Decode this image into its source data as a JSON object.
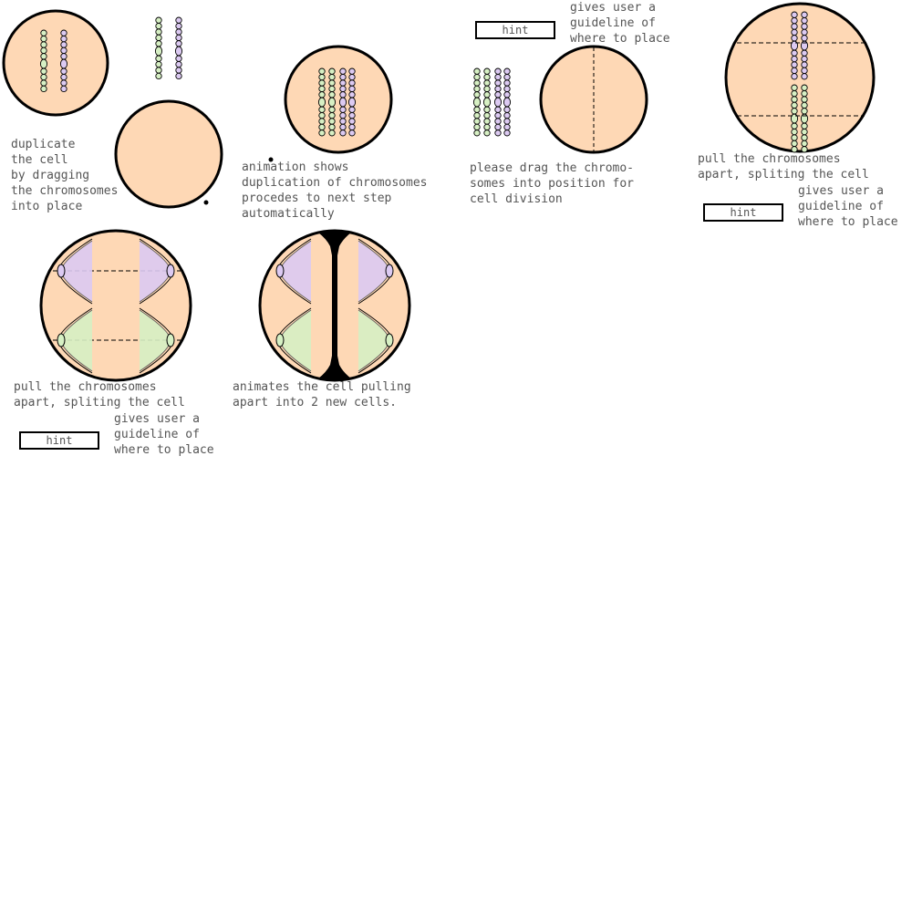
{
  "colors": {
    "cell_fill": "#fed8b5",
    "outline": "#000000",
    "chromosome_green": "#d7f0c4",
    "chromosome_purple": "#dccaf2",
    "caption_text": "#555555"
  },
  "steps": [
    {
      "id": "step-1",
      "caption": "duplicate\nthe cell\nby dragging\nthe chromosomes\ninto place"
    },
    {
      "id": "step-2",
      "caption": "animation shows\nduplication of chromosomes\nprocedes to next step\nautomatically"
    },
    {
      "id": "step-3",
      "caption": "please drag the chromo-\nsomes into position for\ncell division",
      "hint": {
        "button_label": "hint",
        "note": "gives user a\nguideline of\nwhere to place"
      }
    },
    {
      "id": "step-4",
      "caption": "pull the chromosomes\napart, spliting the cell",
      "hint": {
        "button_label": "hint",
        "note": "gives user a\nguideline of\nwhere to place"
      }
    },
    {
      "id": "step-5",
      "caption": "pull the chromosomes\napart, spliting the cell",
      "hint": {
        "button_label": "hint",
        "note": "gives user a\nguideline of\nwhere to place"
      }
    },
    {
      "id": "step-6",
      "caption": "animates the cell pulling\napart into 2 new cells."
    }
  ]
}
